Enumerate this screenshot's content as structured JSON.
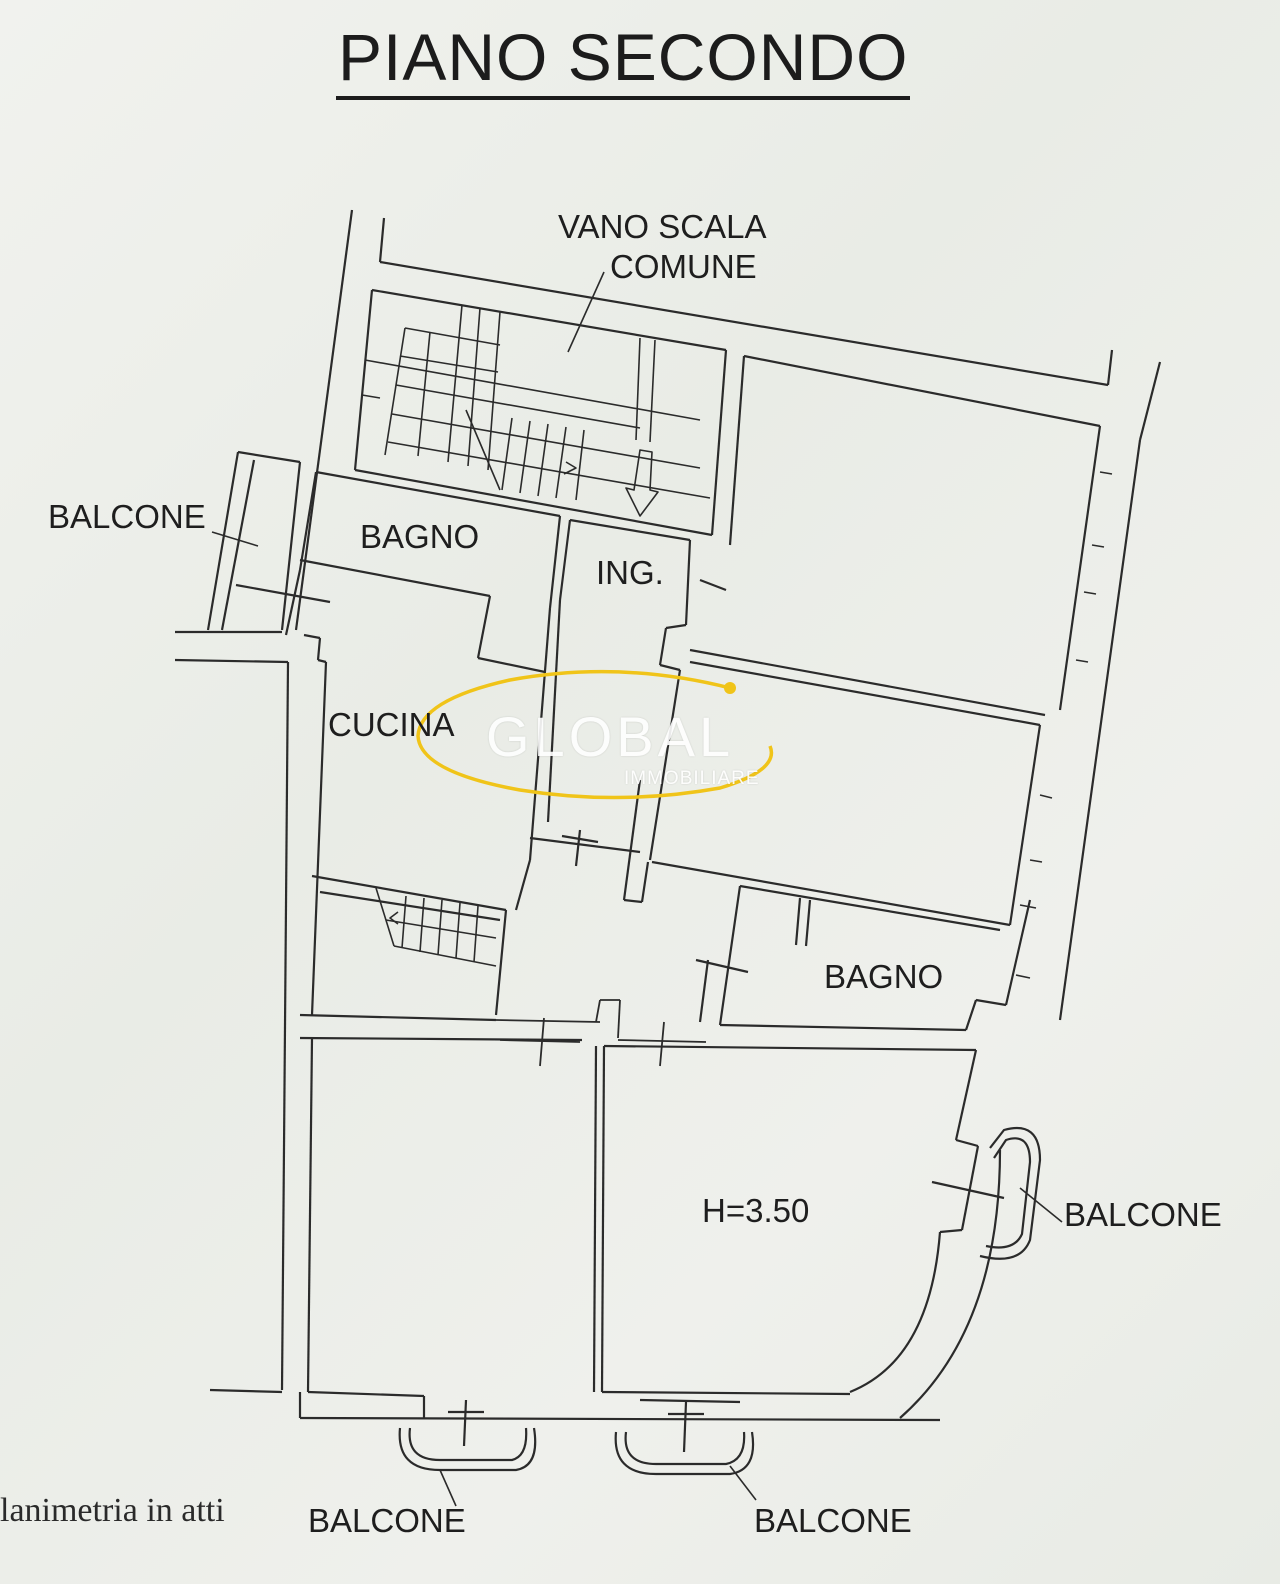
{
  "title": "PIANO SECONDO",
  "rooms": {
    "vano_scala_line1": "VANO SCALA",
    "vano_scala_line2": "COMUNE",
    "balcone_left": "BALCONE",
    "bagno_top": "BAGNO",
    "ingresso": "ING.",
    "cucina": "CUCINA",
    "bagno_bottom": "BAGNO",
    "height": "H=3.50",
    "balcone_right": "BALCONE",
    "balcone_bottom_left": "BALCONE",
    "balcone_bottom_right": "BALCONE"
  },
  "caption": "lanimetria in atti",
  "watermark": {
    "word": "GLOBAL",
    "sub": "IMMOBILIARE",
    "accent_color": "#f0c419",
    "text_color": "#ffffff"
  }
}
